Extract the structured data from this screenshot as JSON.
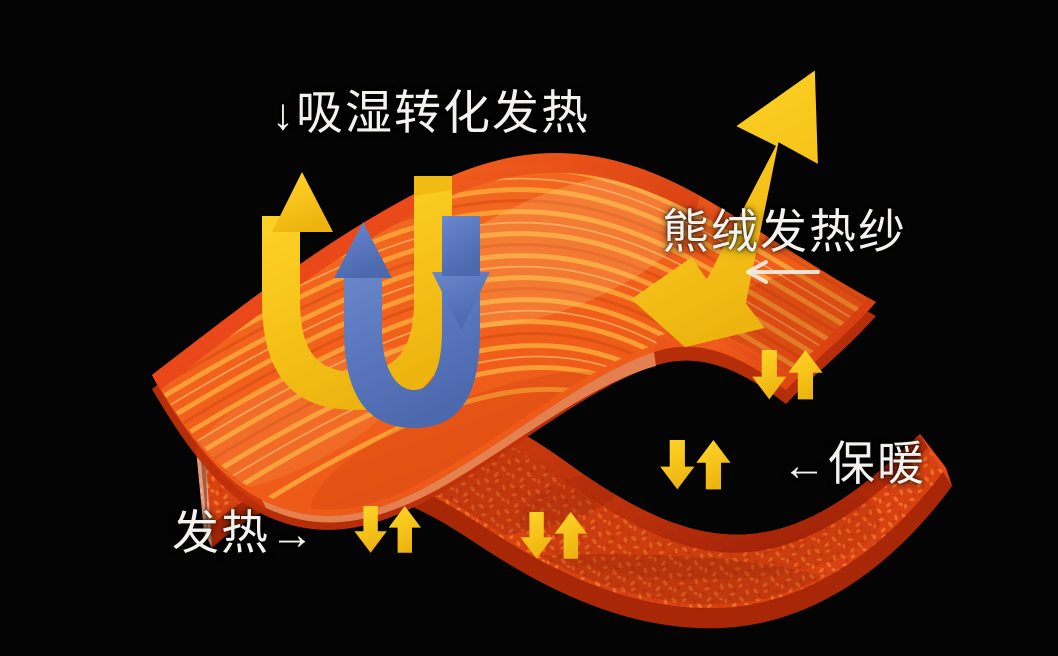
{
  "background_color": "#050404",
  "illustration": {
    "title": "two-layer thermal fabric cutaway diagram",
    "palette": {
      "fabric_top_base": "#F2641E",
      "fabric_top_stripe": "#F9A93C",
      "fabric_top_edge": "#E0431A",
      "fabric_bottom_base": "#DA3F12",
      "fabric_bottom_fleck": "#F06A22",
      "fabric_bottom_edge": "#C22A0C",
      "arrow_yellow": "#F8C61C",
      "arrow_blue": "#5B78BE",
      "label_text": "#F4F2EE",
      "background": "#050404"
    },
    "layers": [
      {
        "name": "outer-knit-layer",
        "description": "wavy orange sheet with curved yellow-orange weave stripes"
      },
      {
        "name": "inner-fleece-layer",
        "description": "mottled red-orange fleece pile layer with dark red rim"
      }
    ],
    "arrows": {
      "moisture_cycle": [
        {
          "name": "yellow-u-arrow",
          "color": "#F8C61C",
          "direction": "up-and-down U loop"
        },
        {
          "name": "blue-u-arrow",
          "color": "#5B78BE",
          "direction": "up-and-down U loop"
        }
      ],
      "big_heat_arrow": {
        "name": "large-rising-heat-arrow",
        "color": "#F8C61C",
        "direction": "up-right"
      },
      "exchange_pairs": [
        {
          "name": "heat-exchange-pair-upper-right",
          "color": "#F8C61C"
        },
        {
          "name": "heat-exchange-pair-mid-right",
          "color": "#F8C61C"
        },
        {
          "name": "heat-exchange-pair-lower-left",
          "color": "#F8C61C"
        },
        {
          "name": "heat-exchange-pair-lower-mid",
          "color": "#F8C61C"
        }
      ]
    }
  },
  "labels": {
    "top": {
      "arrow": "↓",
      "text": "吸湿转化发热"
    },
    "yarn": {
      "text": "熊绒发热纱",
      "pointer": "←"
    },
    "warm": {
      "arrow": "←",
      "text": "保暖"
    },
    "heat": {
      "text": "发热",
      "arrow": "→"
    }
  }
}
